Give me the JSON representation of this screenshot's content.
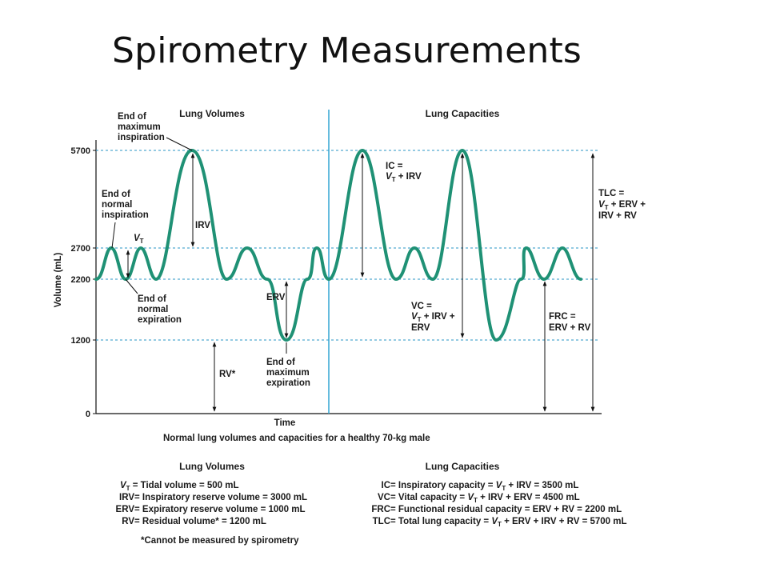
{
  "title": "Spirometry Measurements",
  "colors": {
    "wave": "#1f9175",
    "guides": "#2a95c4",
    "divider": "#34a6d4"
  },
  "headers": {
    "volumes": "Lung Volumes",
    "capacities": "Lung Capacities"
  },
  "y_axis": {
    "label": "Volume (mL)",
    "ticks": [
      "5700",
      "2700",
      "2200",
      "1200",
      "0"
    ]
  },
  "x_axis": {
    "label": "Time"
  },
  "caption": "Normal lung volumes and capacities for a healthy 70-kg male",
  "annotations": {
    "end_max_insp": [
      "End of",
      "maximum",
      "inspiration"
    ],
    "end_norm_insp": [
      "End of",
      "normal",
      "inspiration"
    ],
    "vt_v": "V",
    "vt_t": "T",
    "end_norm_exp": [
      "End of",
      "normal",
      "expiration"
    ],
    "irv": "IRV",
    "erv": "ERV",
    "end_max_exp": [
      "End of",
      "maximum",
      "expiration"
    ],
    "rv": "RV*",
    "ic_line1": "IC =",
    "ic_line2_rest": " + IRV",
    "vc_line1": "VC =",
    "vc_line2_rest": " + IRV +",
    "vc_line3": "ERV",
    "frc_line1": "FRC =",
    "frc_line2": "ERV + RV",
    "tlc_line1": "TLC =",
    "tlc_line2_rest": " + ERV +",
    "tlc_line3": "IRV + RV"
  },
  "legend": {
    "volumes_header": "Lung Volumes",
    "capacities_header": "Lung Capacities",
    "volumes": [
      {
        "abbr": "T",
        "text": " = Tidal volume = 500 mL"
      },
      {
        "abbr": "IRV",
        "text": " = Inspiratory reserve volume = 3000 mL"
      },
      {
        "abbr": "ERV",
        "text": " = Expiratory reserve volume = 1000 mL"
      },
      {
        "abbr": "RV",
        "text": " = Residual volume* = 1200 mL"
      }
    ],
    "capacities": [
      {
        "abbr": "IC",
        "text_a": " = Inspiratory capacity = ",
        "text_b": " + IRV =  3500 mL"
      },
      {
        "abbr": "VC",
        "text_a": " = Vital capacity = ",
        "text_b": " + IRV + ERV = 4500 mL"
      },
      {
        "abbr": "FRC",
        "text_a": " = Functional residual capacity = ERV + RV = 2200 mL",
        "text_b": ""
      },
      {
        "abbr": "TLC",
        "text_a": " = Total lung capacity = ",
        "text_b": " + ERV + IRV + RV = 5700 mL"
      }
    ],
    "footnote": "*Cannot be measured by spirometry"
  }
}
